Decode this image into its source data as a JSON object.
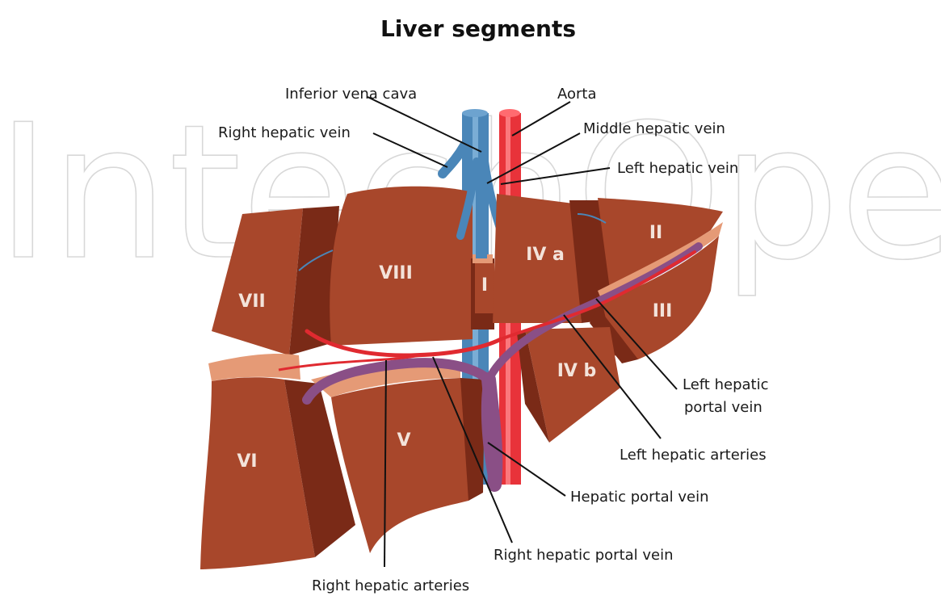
{
  "title": "Liver segments",
  "watermark": "IntechOpen",
  "segments": {
    "I": "I",
    "II": "II",
    "III": "III",
    "IVa": "IV a",
    "IVb": "IV b",
    "V": "V",
    "VI": "VI",
    "VII": "VII",
    "VIII": "VIII"
  },
  "labels": {
    "inferior_vena_cava": "Inferior vena cava",
    "aorta": "Aorta",
    "right_hepatic_vein": "Right hepatic vein",
    "middle_hepatic_vein": "Middle hepatic vein",
    "left_hepatic_vein": "Left hepatic vein",
    "left_hepatic_portal_vein_1": "Left hepatic",
    "left_hepatic_portal_vein_2": "portal vein",
    "left_hepatic_arteries": "Left hepatic arteries",
    "hepatic_portal_vein": "Hepatic portal vein",
    "right_hepatic_portal_vein": "Right hepatic portal vein",
    "right_hepatic_arteries": "Right hepatic arteries"
  },
  "colors": {
    "liver_face": "#a8472b",
    "liver_side": "#7a2a17",
    "liver_cut": "#e59a76",
    "vena_cava": "#4a86b8",
    "aorta": "#e8333a",
    "portal_vein": "#8a4f86",
    "artery": "#e02a30"
  }
}
